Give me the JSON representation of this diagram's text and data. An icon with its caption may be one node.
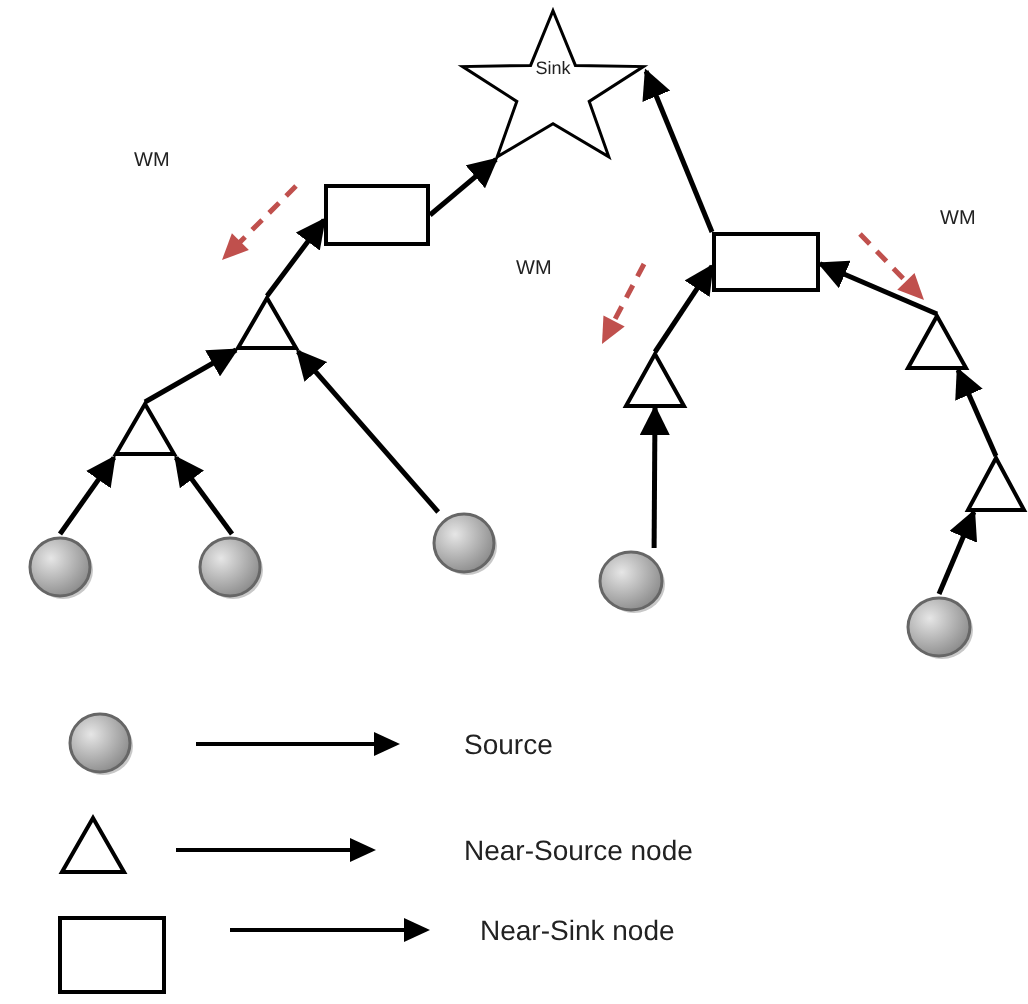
{
  "diagram": {
    "nodes": [
      {
        "text": [
          "Sink"
        ]
      },
      {
        "text": [],
        "shape": "box"
      },
      {
        "text": [],
        "shape": "box"
      },
      {
        "text": [],
        "shape": "triangle"
      },
      {
        "text": [],
        "shape": "triangle"
      },
      {
        "text": [],
        "shape": "triangle"
      },
      {
        "text": [],
        "shape": "triangle"
      },
      {
        "text": [],
        "shape": "triangle"
      },
      {
        "text": [],
        "shape": "circle"
      },
      {
        "text": [],
        "shape": "circle"
      },
      {
        "text": [],
        "shape": "circle"
      },
      {
        "text": [],
        "shape": "circle"
      },
      {
        "text": [],
        "shape": "circle"
      }
    ],
    "edges": [
      {
        "from": 1,
        "to": 0,
        "arrow": "to"
      },
      {
        "from": 2,
        "to": 0,
        "arrow": "to"
      },
      {
        "from": 3,
        "to": 1,
        "arrow": "to"
      },
      {
        "from": 6,
        "to": 3,
        "arrow": "to"
      },
      {
        "from": 10,
        "to": 3,
        "arrow": "to"
      },
      {
        "from": 8,
        "to": 6,
        "arrow": "to"
      },
      {
        "from": 9,
        "to": 6,
        "arrow": "to"
      },
      {
        "from": 4,
        "to": 2,
        "arrow": "to"
      },
      {
        "from": 11,
        "to": 4,
        "arrow": "to"
      },
      {
        "from": 5,
        "to": 2,
        "arrow": "to"
      },
      {
        "from": 7,
        "to": 5,
        "arrow": "to"
      },
      {
        "from": 12,
        "to": 7,
        "arrow": "to"
      }
    ],
    "labels": [
      "WM",
      "WM",
      "WM"
    ],
    "legend": [
      {
        "text": "Source"
      },
      {
        "text": "Near-Source node"
      },
      {
        "text": "Near-Sink node"
      }
    ]
  }
}
